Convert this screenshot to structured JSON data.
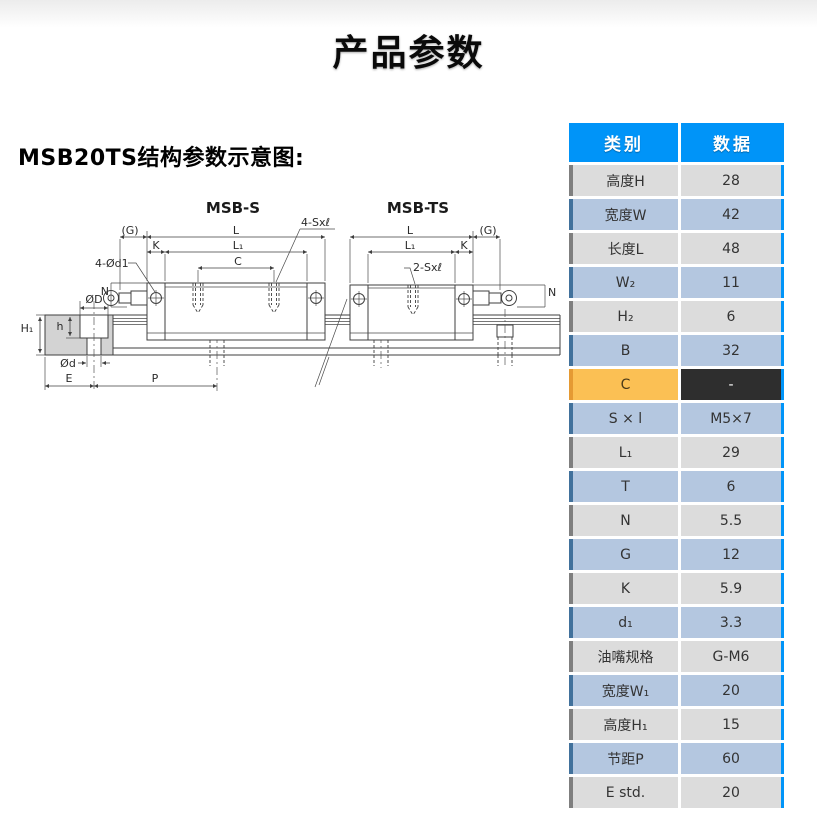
{
  "page": {
    "title": "产品参数",
    "section_heading": "MSB20TS结构参数示意图:"
  },
  "diagram": {
    "msbs_title": "MSB-S",
    "msbts_title": "MSB-TS",
    "labels": {
      "g_left": "(G)",
      "l_left": "L",
      "sxl_left": "4-Sxℓ",
      "k_left": "K",
      "l1_left": "L₁",
      "c_left": "C",
      "od1_left": "4-Ød1",
      "n_left": "N",
      "OD": "ØD",
      "h": "h",
      "H1": "H₁",
      "Od": "Ød",
      "E": "E",
      "P": "P",
      "l_right": "L",
      "g_right": "(G)",
      "l1_right": "L₁",
      "k_right": "K",
      "sxl_right": "2-Sxℓ",
      "n_right": "N"
    }
  },
  "table": {
    "headers": [
      "类别",
      "数据"
    ],
    "rows": [
      {
        "label": "高度H",
        "value": "28",
        "style": "gray"
      },
      {
        "label": "宽度W",
        "value": "42",
        "style": "blue"
      },
      {
        "label": "长度L",
        "value": "48",
        "style": "gray"
      },
      {
        "label": "W₂",
        "value": "11",
        "style": "blue"
      },
      {
        "label": "H₂",
        "value": "6",
        "style": "gray"
      },
      {
        "label": "B",
        "value": "32",
        "style": "blue"
      },
      {
        "label": "C",
        "value": "-",
        "style": "highlight"
      },
      {
        "label": "S × l",
        "value": "M5×7",
        "style": "blue"
      },
      {
        "label": "L₁",
        "value": "29",
        "style": "gray"
      },
      {
        "label": "T",
        "value": "6",
        "style": "blue"
      },
      {
        "label": "N",
        "value": "5.5",
        "style": "gray"
      },
      {
        "label": "G",
        "value": "12",
        "style": "blue"
      },
      {
        "label": "K",
        "value": "5.9",
        "style": "gray"
      },
      {
        "label": "d₁",
        "value": "3.3",
        "style": "blue"
      },
      {
        "label": "油嘴规格",
        "value": "G-M6",
        "style": "gray"
      },
      {
        "label": "宽度W₁",
        "value": "20",
        "style": "blue"
      },
      {
        "label": "高度H₁",
        "value": "15",
        "style": "gray"
      },
      {
        "label": "节距P",
        "value": "60",
        "style": "blue"
      },
      {
        "label": "E std.",
        "value": "20",
        "style": "gray"
      }
    ]
  },
  "colors": {
    "header_blue": "#0094f8",
    "row_gray": "#dcdcdc",
    "row_gray_border": "#7f7f7f",
    "row_blue": "#b4c7e0",
    "row_blue_border": "#41719c",
    "highlight_orange": "#fbc054",
    "highlight_orange_border": "#e59a33",
    "highlight_dark": "#2e2e2e",
    "diagram_line": "#3f3f3f",
    "rail_section_fill": "#d3d3d3"
  }
}
